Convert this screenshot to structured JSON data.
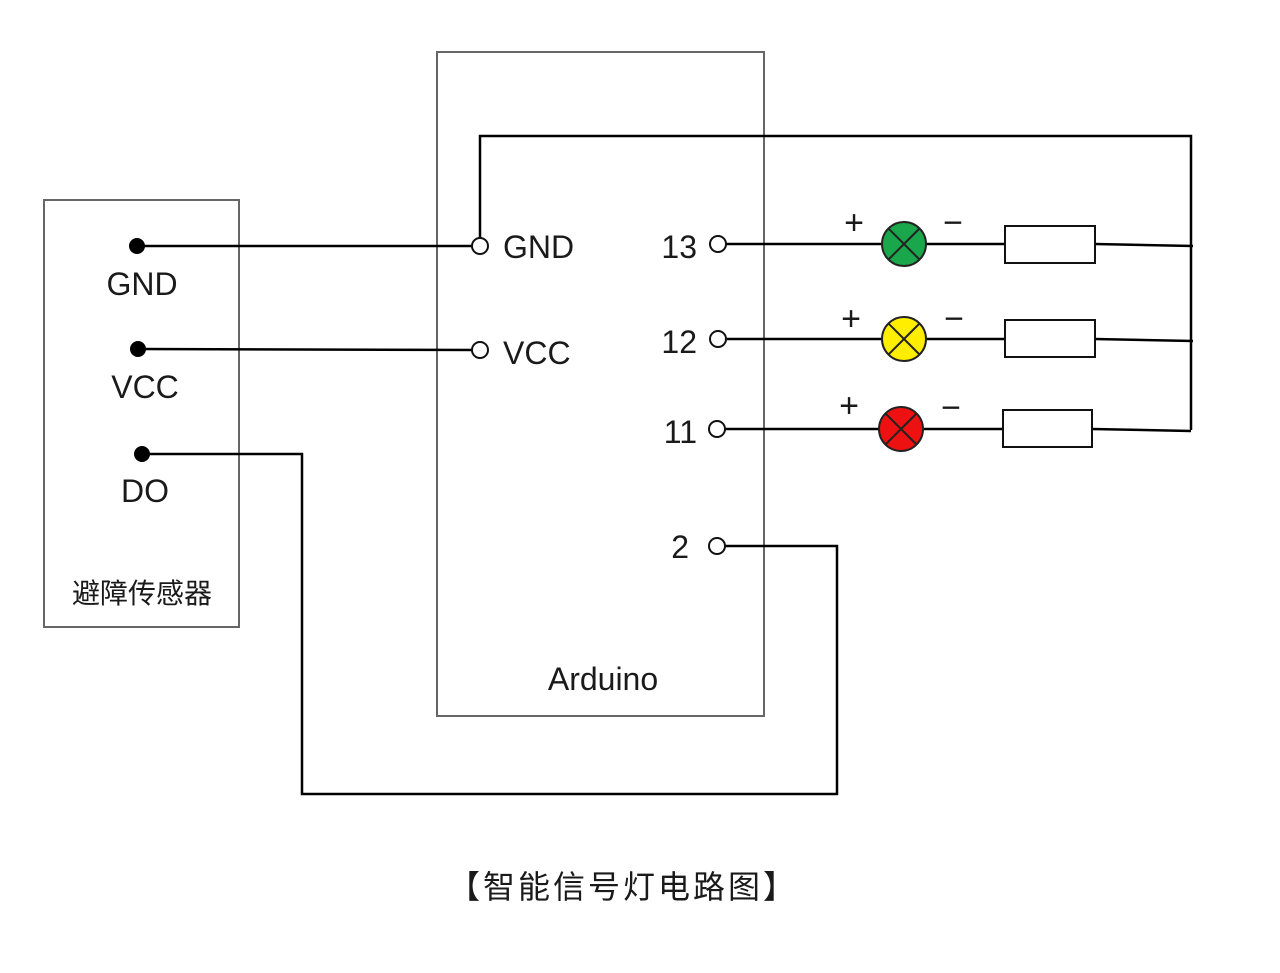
{
  "sensor": {
    "name": "避障传感器",
    "pins": [
      "GND",
      "VCC",
      "DO"
    ]
  },
  "arduino": {
    "name": "Arduino",
    "pins_left": [
      "GND",
      "VCC"
    ],
    "pins_right": [
      "13",
      "12",
      "11",
      "2"
    ]
  },
  "leds": [
    {
      "pin": "13",
      "color": "#1aa64a",
      "plus": "+",
      "minus": "−"
    },
    {
      "pin": "12",
      "color": "#ffee00",
      "plus": "+",
      "minus": "−"
    },
    {
      "pin": "11",
      "color": "#ee1111",
      "plus": "+",
      "minus": "−"
    }
  ],
  "caption": "【智能信号灯电路图】"
}
